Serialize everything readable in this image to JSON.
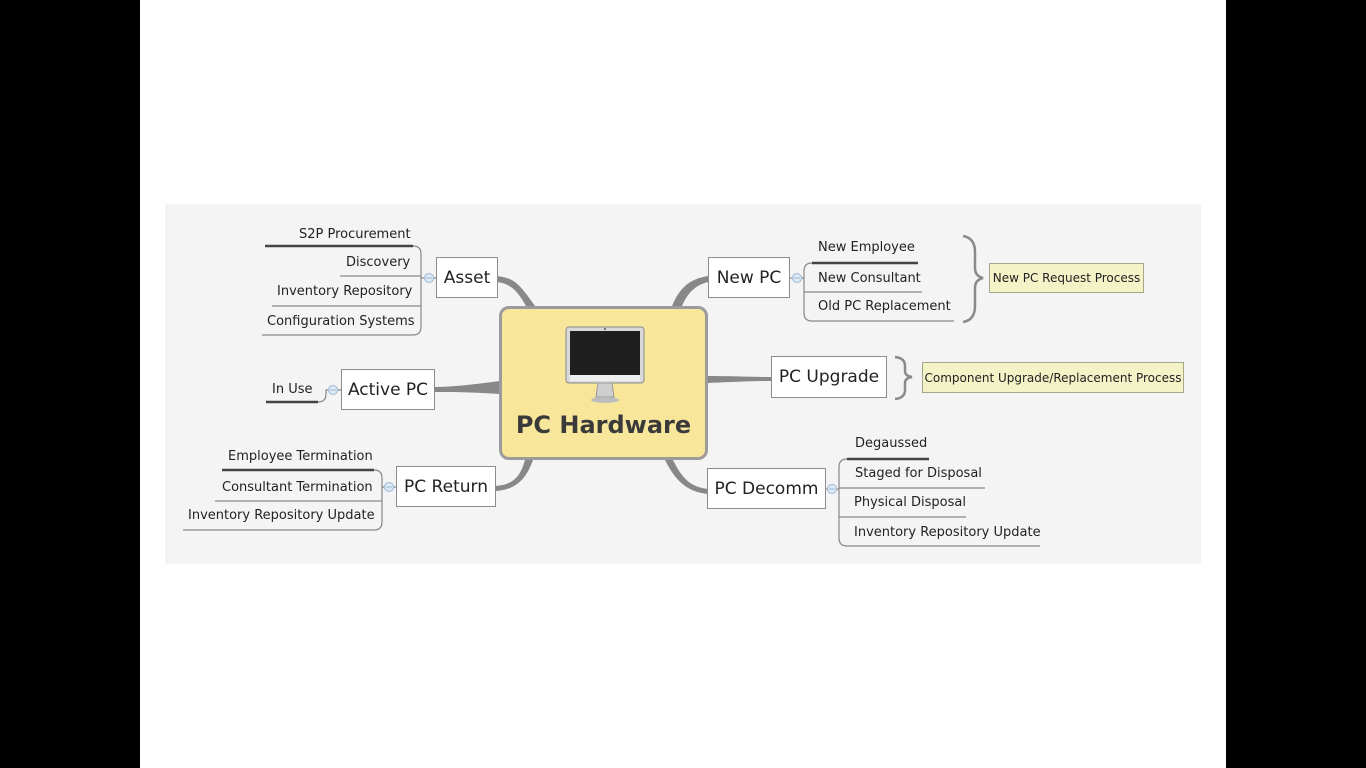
{
  "center": {
    "title": "PC Hardware",
    "icon": "monitor-icon"
  },
  "branches": {
    "asset": {
      "label": "Asset",
      "leaves": [
        "S2P Procurement",
        "Discovery",
        "Inventory Repository",
        "Configuration Systems"
      ]
    },
    "active_pc": {
      "label": "Active PC",
      "leaves": [
        "In Use"
      ]
    },
    "pc_return": {
      "label": "PC Return",
      "leaves": [
        "Employee Termination",
        "Consultant Termination",
        "Inventory Repository Update"
      ]
    },
    "new_pc": {
      "label": "New PC",
      "leaves": [
        "New Employee",
        "New Consultant",
        "Old PC Replacement"
      ],
      "note": "New PC Request Process"
    },
    "pc_upgrade": {
      "label": "PC Upgrade",
      "note": "Component Upgrade/Replacement Process"
    },
    "pc_decomm": {
      "label": "PC Decomm",
      "leaves": [
        "Degaussed",
        "Staged for Disposal",
        "Physical Disposal",
        "Inventory Repository Update"
      ]
    }
  },
  "colors": {
    "center_fill": "#f8e79a",
    "connector": "#888888",
    "note_fill": "#f4f2c7",
    "canvas": "#f4f4f4"
  }
}
